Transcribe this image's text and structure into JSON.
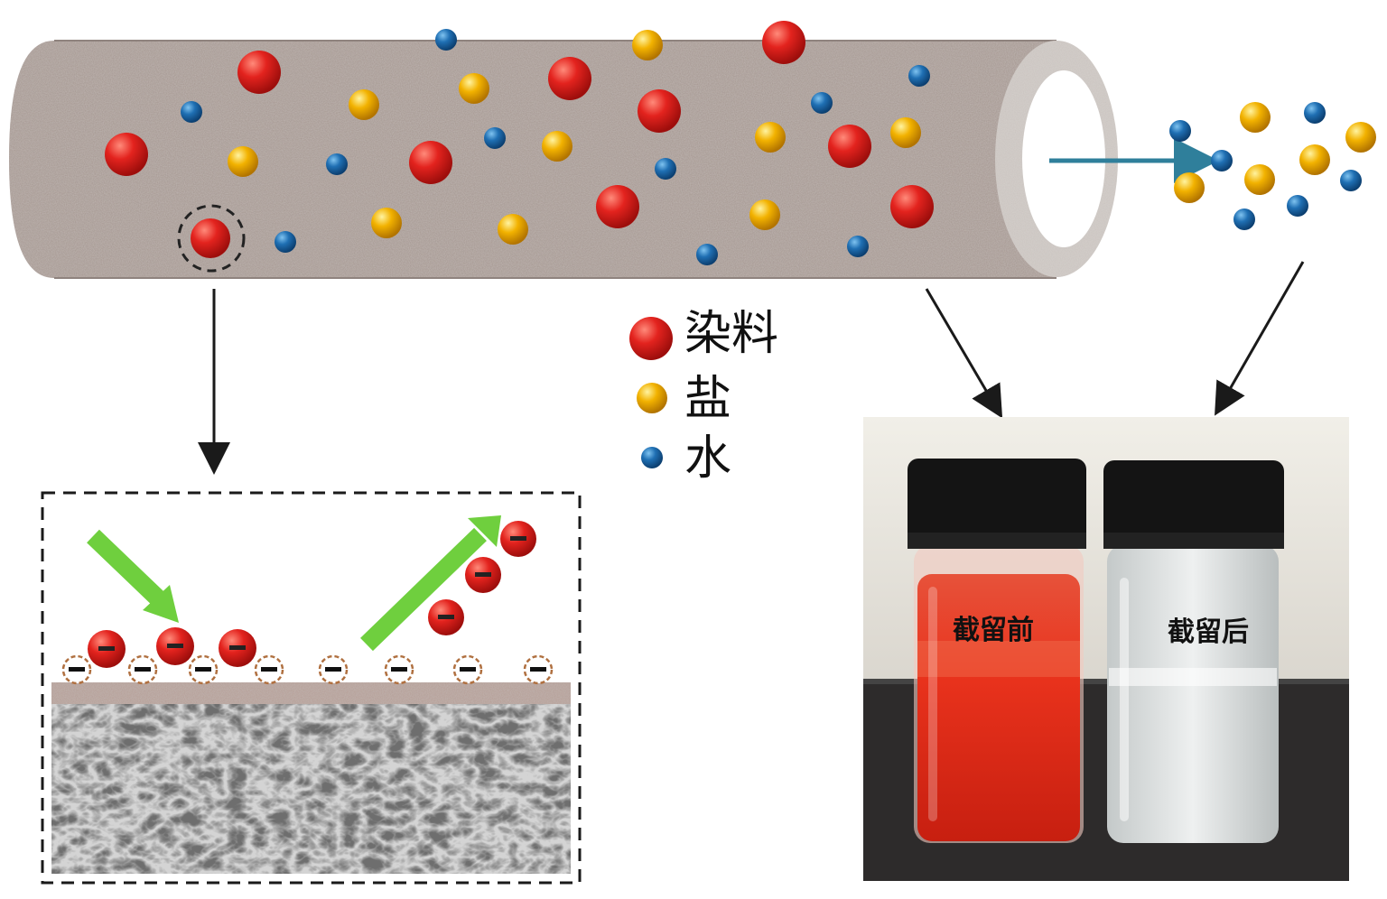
{
  "legend": {
    "dye": {
      "label": "染料",
      "color": "#e3231e",
      "icon": "red-sphere"
    },
    "salt": {
      "label": "盐",
      "color": "#f2b200",
      "icon": "yellow-sphere"
    },
    "water": {
      "label": "水",
      "color": "#1f6fb3",
      "icon": "blue-sphere"
    }
  },
  "photo": {
    "vial_before_label": "截留前",
    "vial_after_label": "截留后",
    "dye_solution_color": "#e8321c",
    "clear_solution_color": "#d9dcdc"
  },
  "colors": {
    "membrane": "#a99c96",
    "arrow": "#1a1a1a",
    "flow_arrow": "#2f7f9b",
    "green_arrow": "#6fcf3e",
    "substrate": "#6e6e6e"
  }
}
